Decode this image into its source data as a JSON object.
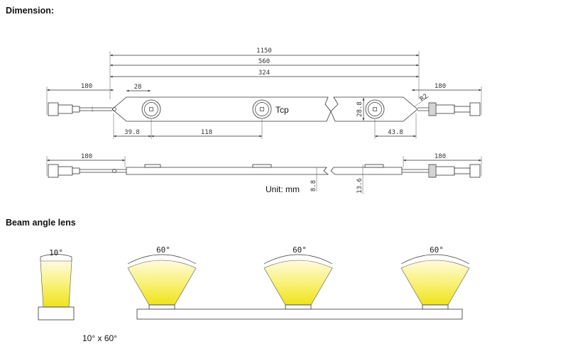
{
  "headings": {
    "dimension": "Dimension:",
    "beam": "Beam angle lens"
  },
  "dimensions": {
    "d1150": "1150",
    "d560": "560",
    "d324": "324",
    "d180_tl": "180",
    "d180_tr": "180",
    "d28": "28",
    "d28_8": "28.8",
    "d39_8": "39.8",
    "d118": "118",
    "d43_8": "43.8",
    "r2": "R2",
    "d180_bl": "180",
    "d180_br": "180",
    "d8_8": "8.8",
    "d13_6": "13.6"
  },
  "labels": {
    "tcp": "Tcp",
    "unit": "Unit: mm",
    "lens_type": "10° x 60°"
  },
  "angles": {
    "a10": "10°",
    "a60_1": "60°",
    "a60_2": "60°",
    "a60_3": "60°"
  },
  "colors": {
    "beam_yellow": "#f6ee2a",
    "line": "#333333"
  }
}
